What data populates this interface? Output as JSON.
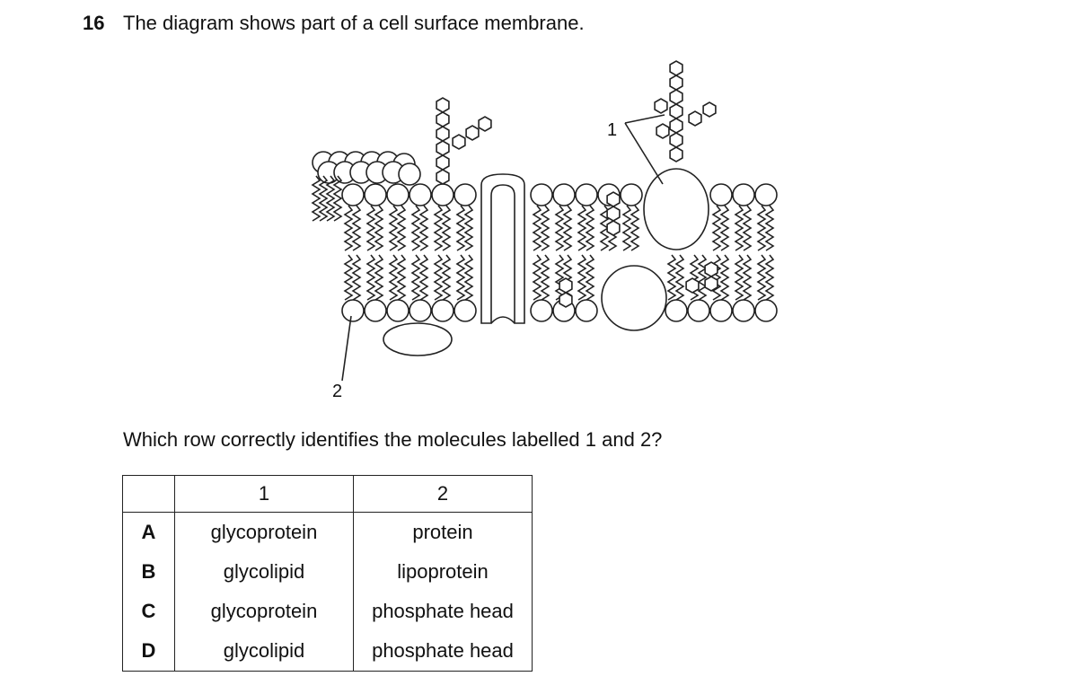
{
  "question": {
    "number": "16",
    "text": "The diagram shows part of a cell surface membrane.",
    "prompt": "Which row correctly identifies the molecules labelled 1 and 2?"
  },
  "diagram": {
    "labels": [
      "1",
      "2"
    ]
  },
  "table": {
    "headers": [
      "",
      "1",
      "2"
    ],
    "rows": [
      {
        "letter": "A",
        "col1": "glycoprotein",
        "col2": "protein"
      },
      {
        "letter": "B",
        "col1": "glycolipid",
        "col2": "lipoprotein"
      },
      {
        "letter": "C",
        "col1": "glycoprotein",
        "col2": "phosphate head"
      },
      {
        "letter": "D",
        "col1": "glycolipid",
        "col2": "phosphate head"
      }
    ]
  }
}
